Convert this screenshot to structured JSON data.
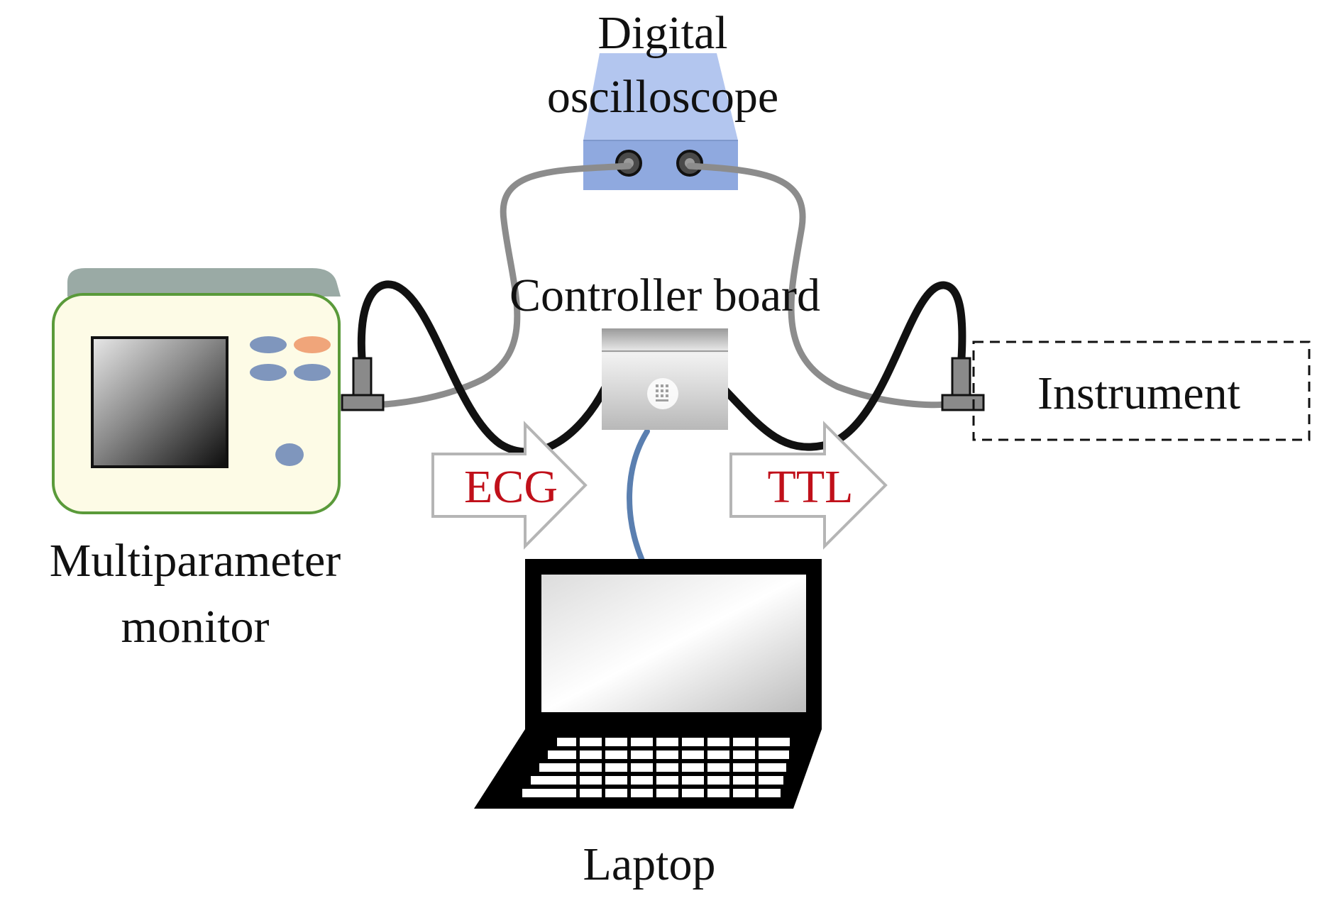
{
  "labels": {
    "oscilloscope_line1": "Digital",
    "oscilloscope_line2": "oscilloscope",
    "controller_board": "Controller board",
    "instrument": "Instrument",
    "monitor_line1": "Multiparameter",
    "monitor_line2": "monitor",
    "laptop": "Laptop"
  },
  "arrows": {
    "ecg": "ECG",
    "ttl": "TTL"
  },
  "colors": {
    "arrow_text": "#c0101a",
    "oscilloscope_body": "#9bb3e3",
    "monitor_outline": "#5a9a3a",
    "monitor_body": "#fdfbe6",
    "signal_cable": "#111111",
    "probe_cable": "#8c8c8c",
    "usb_cable": "#5a7fb0",
    "button_blue": "#7f96bd",
    "button_orange": "#f0a57a"
  },
  "icons": [
    "oscilloscope-icon",
    "controller-board-icon",
    "multiparameter-monitor-icon",
    "laptop-icon",
    "connector-icon",
    "arrow-right-icon"
  ]
}
